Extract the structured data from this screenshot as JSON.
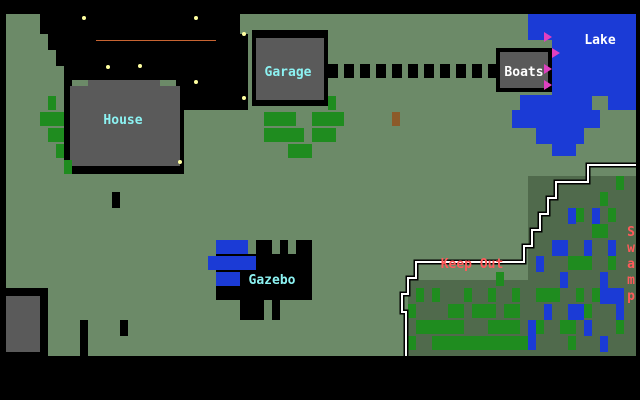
{
  "labels": {
    "house": "House",
    "garage": "Garage",
    "boats": "Boats",
    "lake": "Lake",
    "gazebo": "Gazebo",
    "keep_out": "Keep Out",
    "swamp": [
      "S",
      "w",
      "a",
      "m",
      "p"
    ]
  },
  "colors": {
    "grass": "#6c8a68",
    "dark_grass": "#506a4c",
    "building": "#5a5a5a",
    "water": "#1b3bd6",
    "shadow": "#000000",
    "bush": "#1f8c1f",
    "label_cyan": "#8cf2f2",
    "label_white": "#ffffff",
    "label_red": "#ff5a5a",
    "flag_magenta": "#e040c0",
    "path_white": "#ffffff"
  }
}
